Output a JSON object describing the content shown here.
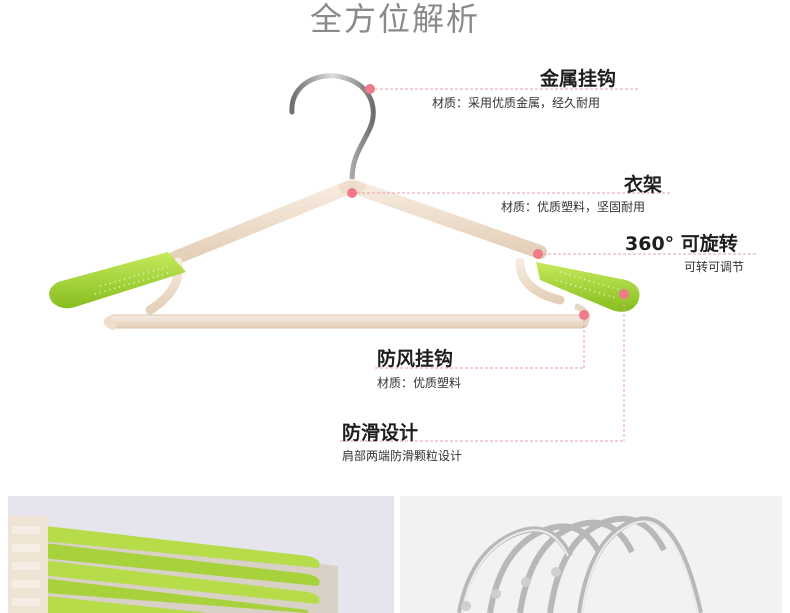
{
  "page": {
    "title": "全方位解析"
  },
  "callouts": {
    "metal_hook": {
      "title": "金属挂钩",
      "desc": "材质：采用优质金属，经久耐用"
    },
    "frame": {
      "title": "衣架",
      "desc": "材质：优质塑料，坚固耐用"
    },
    "rotate": {
      "title": "360°  可旋转",
      "desc": "可转可调节"
    },
    "wind_hook": {
      "title": "防风挂钩",
      "desc": "材质：优质塑料"
    },
    "anti_slip": {
      "title": "防滑设计",
      "desc": "肩部两端防滑颗粒设计"
    }
  },
  "colors": {
    "accent_dot": "#f07a8a",
    "guide_line": "#e8a0aa",
    "hanger_body": "#f2e3d1",
    "hanger_grip": "#a9d63a",
    "metal": "#9a9a9a"
  }
}
